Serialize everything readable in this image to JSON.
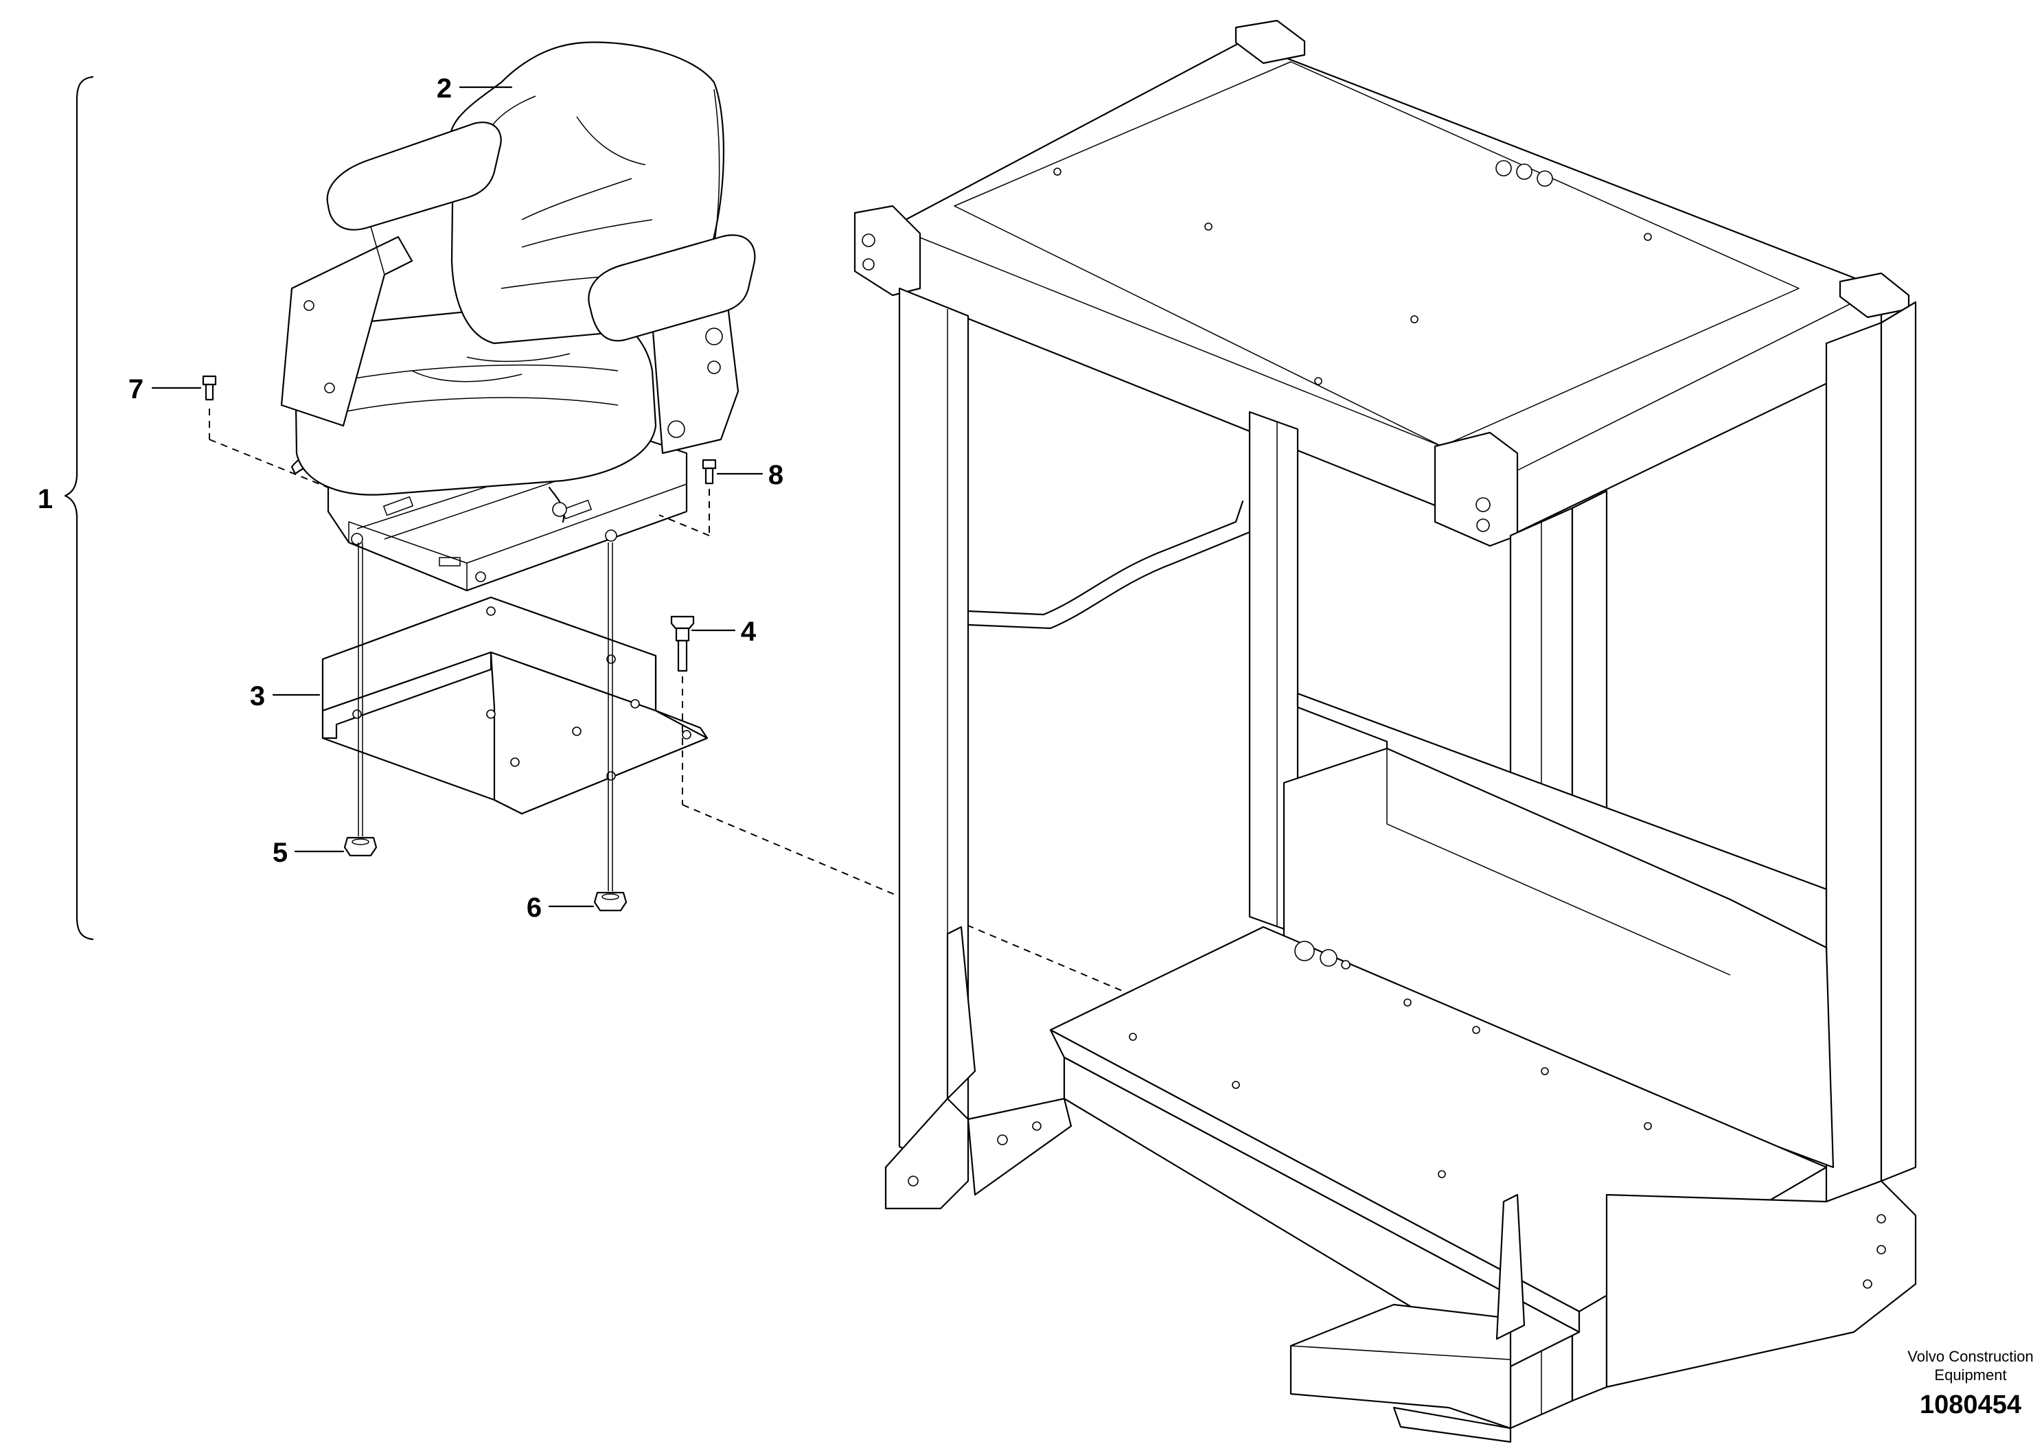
{
  "diagram": {
    "callouts": [
      {
        "id": "1",
        "label": "1"
      },
      {
        "id": "2",
        "label": "2"
      },
      {
        "id": "3",
        "label": "3"
      },
      {
        "id": "4",
        "label": "4"
      },
      {
        "id": "5",
        "label": "5"
      },
      {
        "id": "6",
        "label": "6"
      },
      {
        "id": "7",
        "label": "7"
      },
      {
        "id": "8",
        "label": "8"
      }
    ],
    "publisher_line1": "Volvo Construction",
    "publisher_line2": "Equipment",
    "document_number": "1080454"
  }
}
